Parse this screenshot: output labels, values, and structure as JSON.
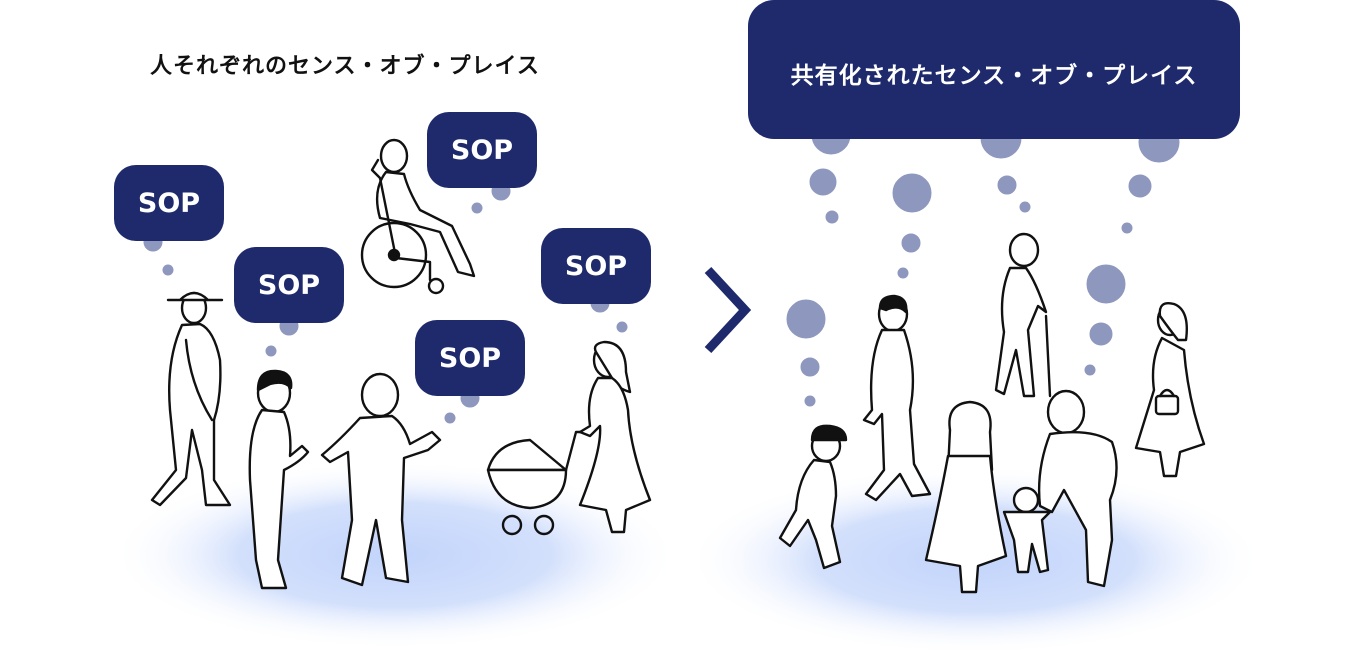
{
  "left_title": "人それぞれのセンス・オブ・プレイス",
  "right_title": "共有化されたセンス・オブ・プレイス",
  "bubble_label": "SOP",
  "colors": {
    "navy": "#1e2a6b",
    "dot": "#8e97bd",
    "glow": "#c6d7fb"
  }
}
